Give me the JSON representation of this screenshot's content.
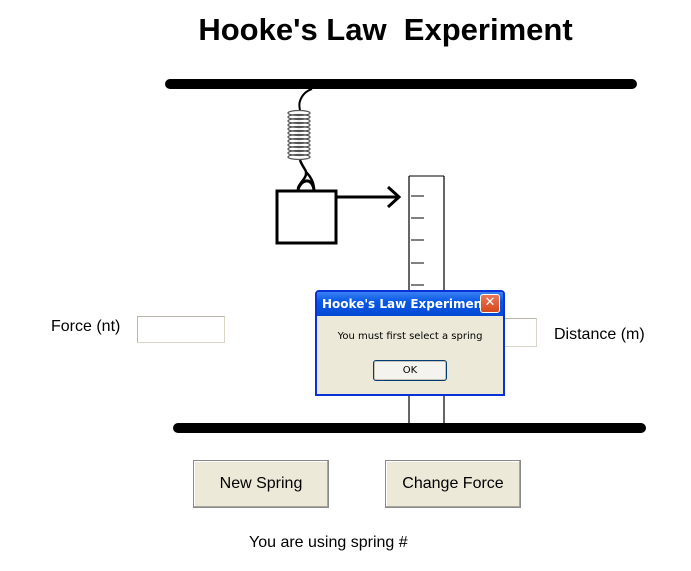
{
  "page": {
    "title": "Hooke's Law  Experiment"
  },
  "fields": {
    "force_label": "Force (nt)",
    "force_value": "",
    "distance_label": "Distance (m)",
    "distance_value": ""
  },
  "buttons": {
    "new_spring": "New Spring",
    "change_force": "Change Force"
  },
  "status": {
    "text": "You are using spring #"
  },
  "dialog": {
    "title": "Hooke's Law Experiment",
    "message": "You must first select a spring",
    "ok_label": "OK",
    "close_glyph": "✕"
  },
  "colors": {
    "dialog_title_blue": "#0858e5",
    "dialog_close_red": "#d6461c",
    "button_face": "#ece9d8"
  }
}
